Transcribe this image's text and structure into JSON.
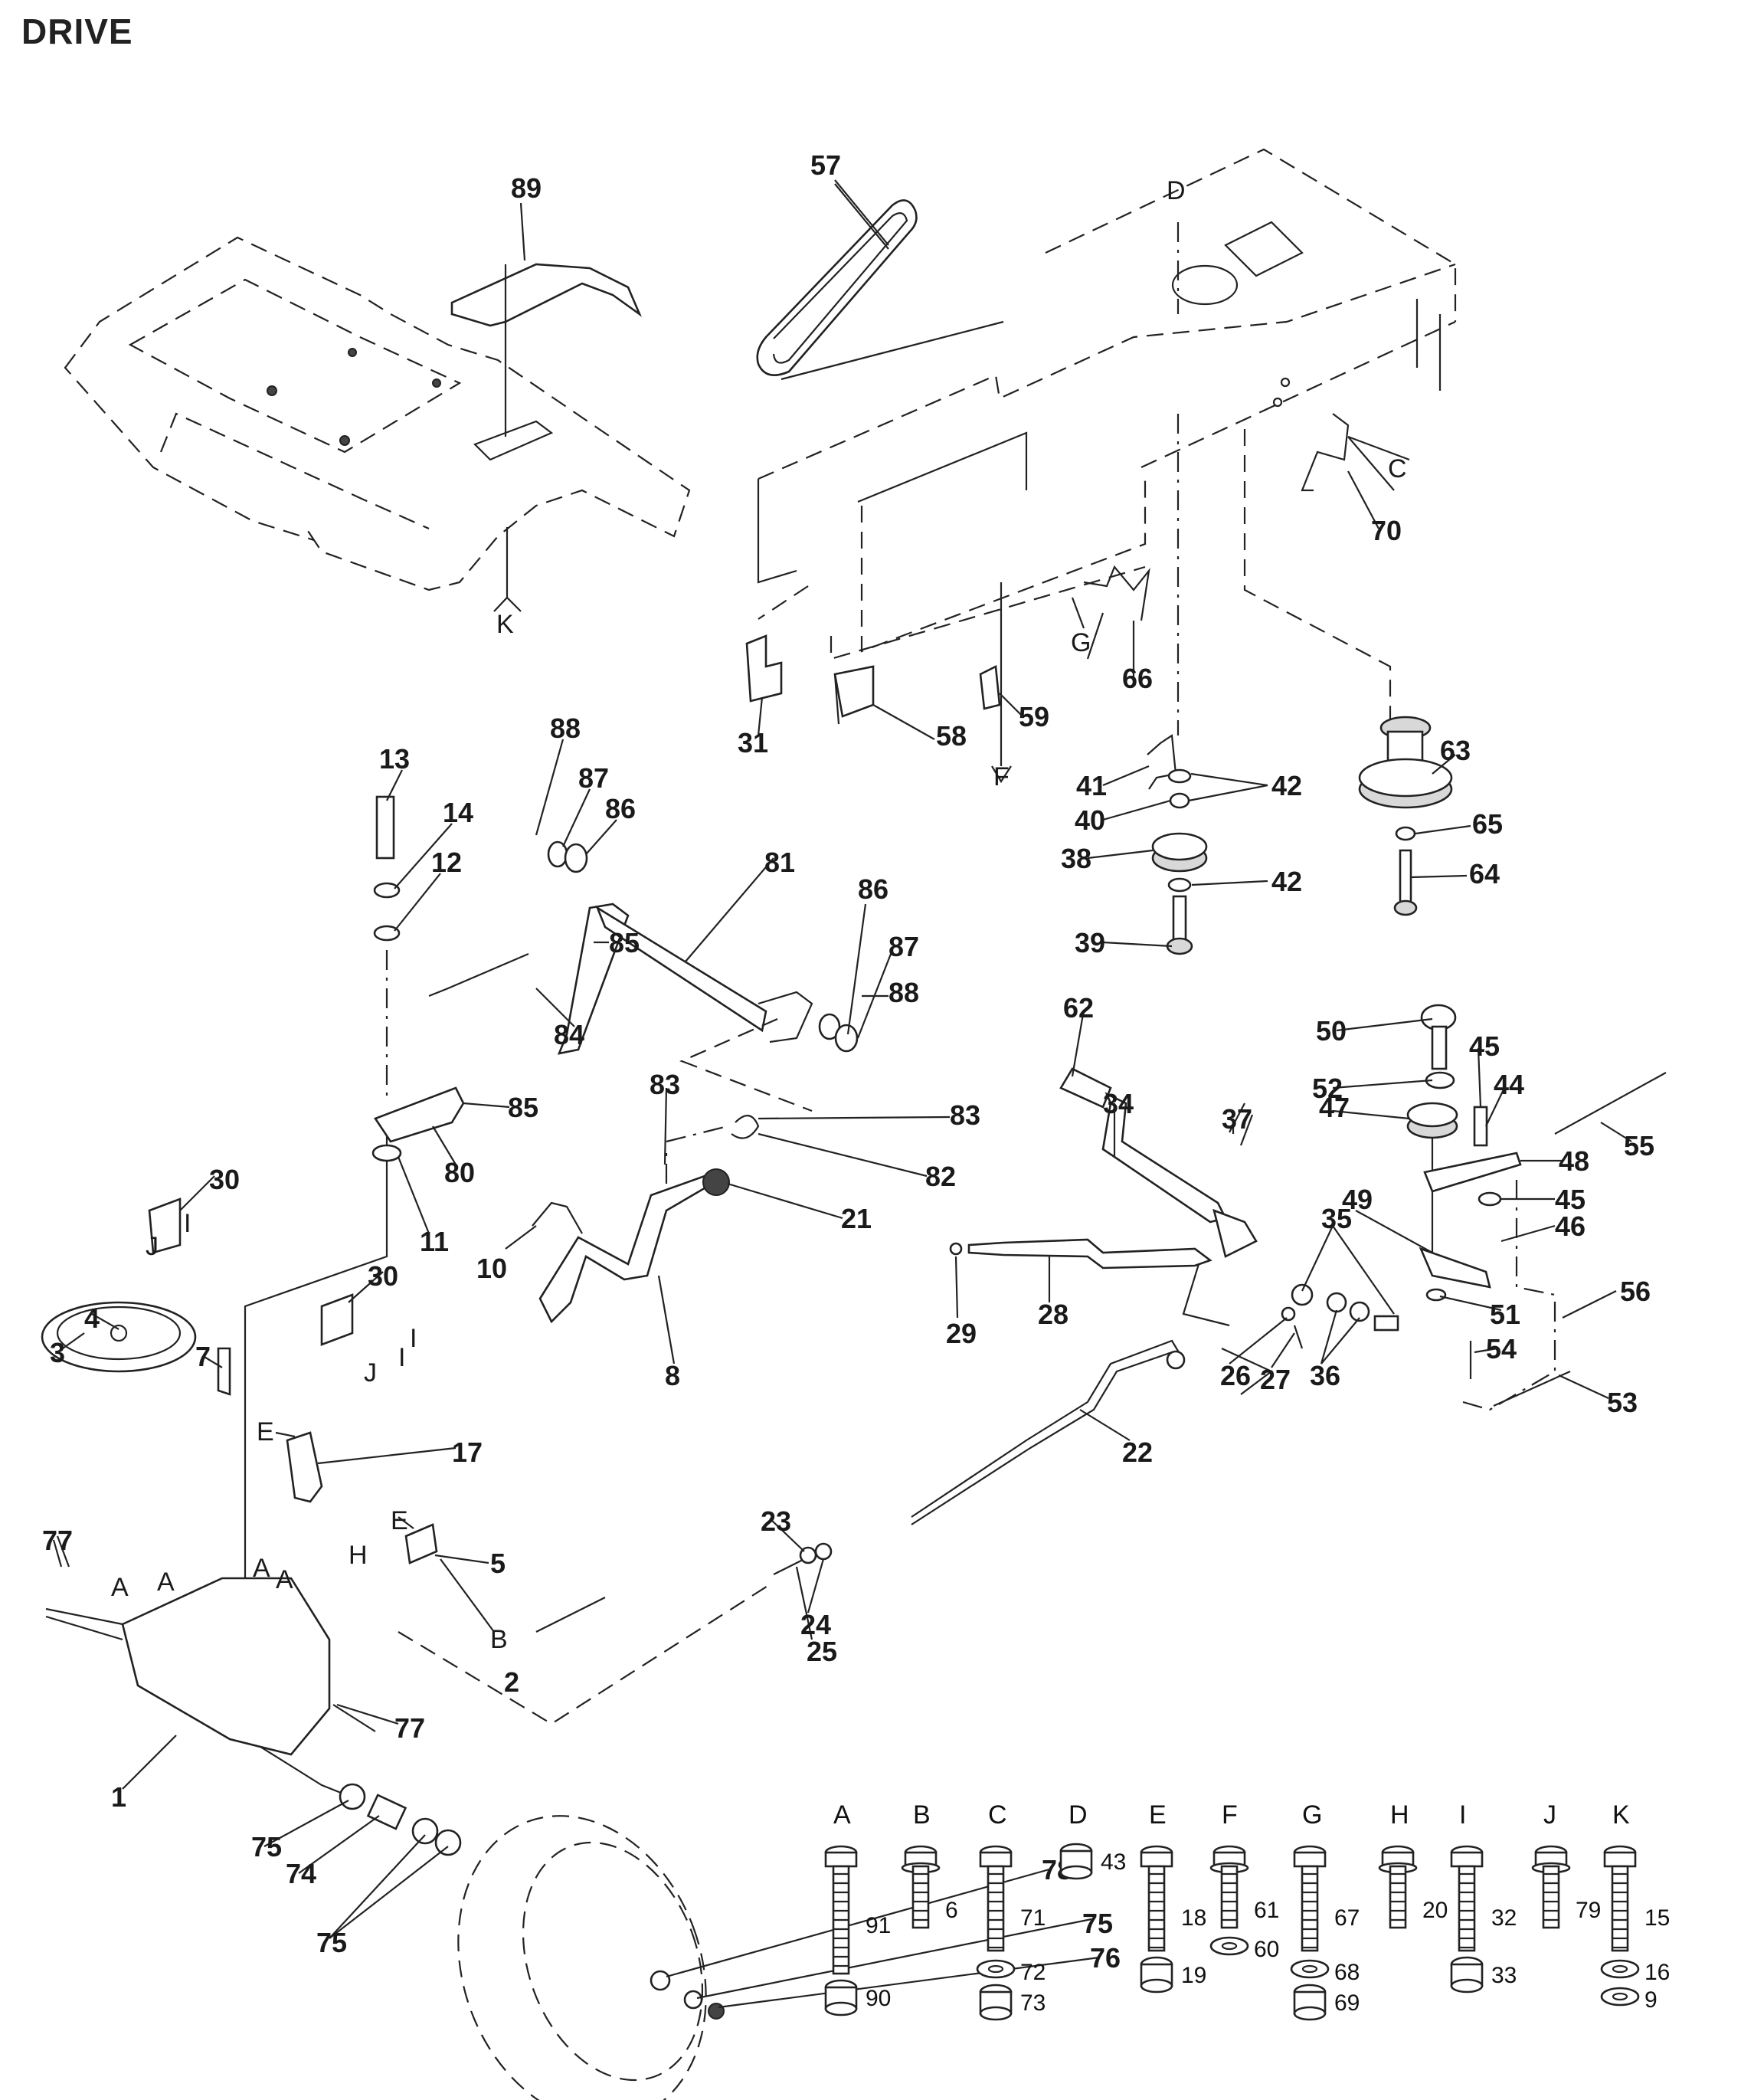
{
  "page": {
    "title": "DRIVE"
  },
  "callouts": [
    {
      "id": "c89",
      "text": "89"
    },
    {
      "id": "c57",
      "text": "57"
    },
    {
      "id": "cD",
      "text": "D"
    },
    {
      "id": "cC",
      "text": "C"
    },
    {
      "id": "c70",
      "text": "70"
    },
    {
      "id": "cK",
      "text": "K"
    },
    {
      "id": "cG",
      "text": "G"
    },
    {
      "id": "c66",
      "text": "66"
    },
    {
      "id": "c31",
      "text": "31"
    },
    {
      "id": "c58",
      "text": "58"
    },
    {
      "id": "c59",
      "text": "59"
    },
    {
      "id": "cF",
      "text": "F"
    },
    {
      "id": "c63",
      "text": "63"
    },
    {
      "id": "c41",
      "text": "41"
    },
    {
      "id": "c42a",
      "text": "42"
    },
    {
      "id": "c40",
      "text": "40"
    },
    {
      "id": "c38",
      "text": "38"
    },
    {
      "id": "c42b",
      "text": "42"
    },
    {
      "id": "c39",
      "text": "39"
    },
    {
      "id": "c65",
      "text": "65"
    },
    {
      "id": "c64",
      "text": "64"
    },
    {
      "id": "c13",
      "text": "13"
    },
    {
      "id": "c14",
      "text": "14"
    },
    {
      "id": "c12",
      "text": "12"
    },
    {
      "id": "c88a",
      "text": "88"
    },
    {
      "id": "c87a",
      "text": "87"
    },
    {
      "id": "c86a",
      "text": "86"
    },
    {
      "id": "c81",
      "text": "81"
    },
    {
      "id": "c85a",
      "text": "85"
    },
    {
      "id": "c84",
      "text": "84"
    },
    {
      "id": "c85b",
      "text": "85"
    },
    {
      "id": "c86b",
      "text": "86"
    },
    {
      "id": "c87b",
      "text": "87"
    },
    {
      "id": "c88b",
      "text": "88"
    },
    {
      "id": "c80",
      "text": "80"
    },
    {
      "id": "c11",
      "text": "11"
    },
    {
      "id": "c83a",
      "text": "83"
    },
    {
      "id": "c83b",
      "text": "83"
    },
    {
      "id": "c82",
      "text": "82"
    },
    {
      "id": "c21",
      "text": "21"
    },
    {
      "id": "c10",
      "text": "10"
    },
    {
      "id": "c8",
      "text": "8"
    },
    {
      "id": "c62",
      "text": "62"
    },
    {
      "id": "c34",
      "text": "34"
    },
    {
      "id": "c37",
      "text": "37"
    },
    {
      "id": "c50",
      "text": "50"
    },
    {
      "id": "c52",
      "text": "52"
    },
    {
      "id": "c45a",
      "text": "45"
    },
    {
      "id": "c44",
      "text": "44"
    },
    {
      "id": "c47",
      "text": "47"
    },
    {
      "id": "c55",
      "text": "55"
    },
    {
      "id": "c48",
      "text": "48"
    },
    {
      "id": "c45b",
      "text": "45"
    },
    {
      "id": "c46",
      "text": "46"
    },
    {
      "id": "c49",
      "text": "49"
    },
    {
      "id": "c35",
      "text": "35"
    },
    {
      "id": "c51",
      "text": "51"
    },
    {
      "id": "c29",
      "text": "29"
    },
    {
      "id": "c28",
      "text": "28"
    },
    {
      "id": "c56",
      "text": "56"
    },
    {
      "id": "c54",
      "text": "54"
    },
    {
      "id": "c53",
      "text": "53"
    },
    {
      "id": "c26",
      "text": "26"
    },
    {
      "id": "c27",
      "text": "27"
    },
    {
      "id": "c36",
      "text": "36"
    },
    {
      "id": "c22",
      "text": "22"
    },
    {
      "id": "c30a",
      "text": "30"
    },
    {
      "id": "c30b",
      "text": "30"
    },
    {
      "id": "c4",
      "text": "4"
    },
    {
      "id": "c3",
      "text": "3"
    },
    {
      "id": "c7",
      "text": "7"
    },
    {
      "id": "cE1",
      "text": "E"
    },
    {
      "id": "c17",
      "text": "17"
    },
    {
      "id": "cE2",
      "text": "E"
    },
    {
      "id": "cH",
      "text": "H"
    },
    {
      "id": "c5",
      "text": "5"
    },
    {
      "id": "cB",
      "text": "B"
    },
    {
      "id": "c77a",
      "text": "77"
    },
    {
      "id": "cA1",
      "text": "A"
    },
    {
      "id": "cA2",
      "text": "A"
    },
    {
      "id": "cA3",
      "text": "A"
    },
    {
      "id": "cA4",
      "text": "A"
    },
    {
      "id": "c23",
      "text": "23"
    },
    {
      "id": "c24",
      "text": "24"
    },
    {
      "id": "c25",
      "text": "25"
    },
    {
      "id": "c2",
      "text": "2"
    },
    {
      "id": "c77b",
      "text": "77"
    },
    {
      "id": "c1",
      "text": "1"
    },
    {
      "id": "c75a",
      "text": "75"
    },
    {
      "id": "c74",
      "text": "74"
    },
    {
      "id": "c75b",
      "text": "75"
    },
    {
      "id": "c78",
      "text": "78"
    },
    {
      "id": "c75c",
      "text": "75"
    },
    {
      "id": "c76",
      "text": "76"
    },
    {
      "id": "cI1",
      "text": "I"
    },
    {
      "id": "cJ1",
      "text": "J"
    },
    {
      "id": "cI2",
      "text": "I"
    },
    {
      "id": "cI3",
      "text": "I"
    },
    {
      "id": "cJ2",
      "text": "J"
    }
  ],
  "hardware_legend": [
    {
      "letter": "A",
      "items": [
        {
          "part": "91",
          "kind": "bolt"
        },
        {
          "part": "90",
          "kind": "nut"
        }
      ]
    },
    {
      "letter": "B",
      "items": [
        {
          "part": "6",
          "kind": "flange-bolt"
        }
      ]
    },
    {
      "letter": "C",
      "items": [
        {
          "part": "71",
          "kind": "bolt"
        },
        {
          "part": "72",
          "kind": "washer"
        },
        {
          "part": "73",
          "kind": "nut"
        }
      ]
    },
    {
      "letter": "D",
      "items": [
        {
          "part": "43",
          "kind": "nut"
        }
      ]
    },
    {
      "letter": "E",
      "items": [
        {
          "part": "18",
          "kind": "bolt"
        },
        {
          "part": "19",
          "kind": "nut"
        }
      ]
    },
    {
      "letter": "F",
      "items": [
        {
          "part": "61",
          "kind": "flange-bolt"
        },
        {
          "part": "60",
          "kind": "washer"
        }
      ]
    },
    {
      "letter": "G",
      "items": [
        {
          "part": "67",
          "kind": "bolt"
        },
        {
          "part": "68",
          "kind": "washer"
        },
        {
          "part": "69",
          "kind": "nut"
        }
      ]
    },
    {
      "letter": "H",
      "items": [
        {
          "part": "20",
          "kind": "flange-bolt"
        }
      ]
    },
    {
      "letter": "I",
      "items": [
        {
          "part": "32",
          "kind": "bolt"
        },
        {
          "part": "33",
          "kind": "nut"
        }
      ]
    },
    {
      "letter": "J",
      "items": [
        {
          "part": "79",
          "kind": "flange-bolt"
        }
      ]
    },
    {
      "letter": "K",
      "items": [
        {
          "part": "15",
          "kind": "bolt"
        },
        {
          "part": "16",
          "kind": "washer"
        },
        {
          "part": "9",
          "kind": "washer"
        }
      ]
    }
  ]
}
